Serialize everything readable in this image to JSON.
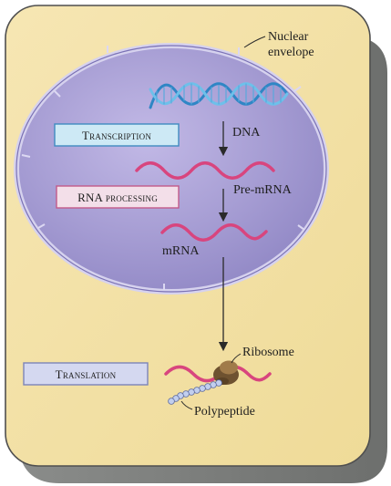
{
  "labels": {
    "nuclear_envelope_line1": "Nuclear",
    "nuclear_envelope_line2": "envelope",
    "dna": "DNA",
    "pre_mrna": "Pre-mRNA",
    "mrna": "mRNA",
    "ribosome": "Ribosome",
    "polypeptide": "Polypeptide"
  },
  "process_boxes": {
    "transcription": "Transcription",
    "rna_processing": "RNA processing",
    "translation": "Translation"
  },
  "colors": {
    "cell_fill": "#f3e0a3",
    "cell_border": "#5a5a5a",
    "cell_shadow": "#7d7f7d",
    "nucleus_fill": "#a49bd2",
    "nucleus_border": "#c9c4e8",
    "dna_blue": "#3f9ed8",
    "rna_pink": "#d8457e",
    "transcription_box": "#cde9f5",
    "transcription_border": "#3f8bc0",
    "rna_processing_box": "#f3dfe9",
    "rna_processing_border": "#c25a8a",
    "translation_box": "#d4d8f0",
    "translation_border": "#7c84b8",
    "ribosome": "#8c6a3d",
    "polypeptide_bead": "#b8c7ea"
  }
}
